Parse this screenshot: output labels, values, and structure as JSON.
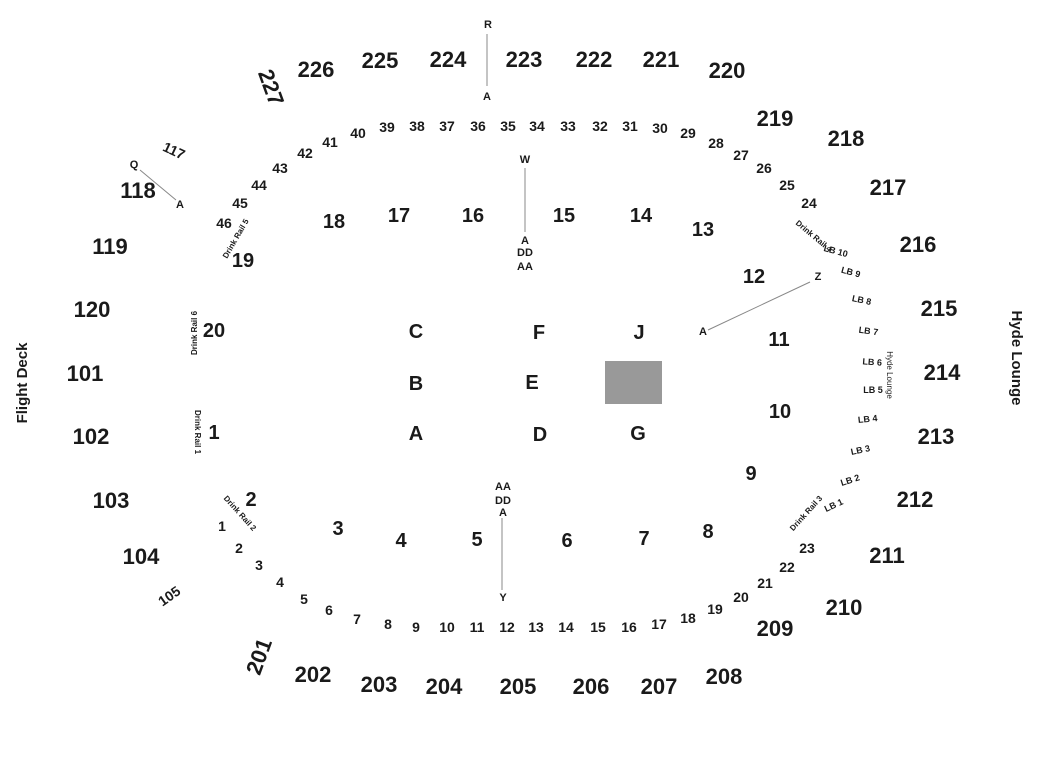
{
  "side_labels": {
    "left": "Flight Deck",
    "right": "Hyde Lounge"
  },
  "upper_sections": [
    "226",
    "225",
    "224",
    "223",
    "222",
    "221",
    "220",
    "227",
    "219",
    "218",
    "217",
    "216",
    "215",
    "214",
    "213",
    "212",
    "211",
    "210",
    "209",
    "208",
    "207",
    "206",
    "205",
    "204",
    "203",
    "202",
    "201",
    "117",
    "118",
    "119",
    "120",
    "101",
    "102",
    "103",
    "104",
    "105"
  ],
  "lower_sections": [
    "39",
    "38",
    "37",
    "36",
    "35",
    "34",
    "33",
    "32",
    "31",
    "30",
    "40",
    "41",
    "42",
    "43",
    "44",
    "45",
    "46",
    "29",
    "28",
    "27",
    "26",
    "25",
    "24",
    "23",
    "22",
    "21",
    "20",
    "19",
    "18",
    "17",
    "16",
    "15",
    "14",
    "13",
    "12",
    "11",
    "10",
    "9",
    "8",
    "7",
    "6",
    "5",
    "4",
    "3",
    "2",
    "1"
  ],
  "floor_sections": [
    "18",
    "17",
    "16",
    "15",
    "14",
    "13",
    "12",
    "19",
    "20",
    "11",
    "10",
    "1",
    "9",
    "2",
    "3",
    "4",
    "5",
    "6",
    "7",
    "8",
    "C",
    "F",
    "J",
    "B",
    "E",
    "A",
    "D",
    "G"
  ],
  "row_markers": [
    "R",
    "A",
    "W",
    "A",
    "DD",
    "AA",
    "Q",
    "A",
    "Z",
    "A",
    "AA",
    "DD",
    "A",
    "Y"
  ],
  "drink_rails": [
    "Drink Rail 5",
    "Drink Rail 6",
    "Drink Rail 1",
    "Drink Rail 2",
    "Drink Rail 4",
    "Drink Rail 3"
  ],
  "lounge_boxes": [
    "LB 10",
    "LB 9",
    "LB 8",
    "LB 7",
    "LB 6",
    "LB 5",
    "LB 4",
    "LB 3",
    "LB 2",
    "LB 1"
  ],
  "hyde_lounge_inner": "Hyde Lounge",
  "colors": {
    "stage": "#999999",
    "text": "#1a1a1a",
    "line": "#888888"
  }
}
